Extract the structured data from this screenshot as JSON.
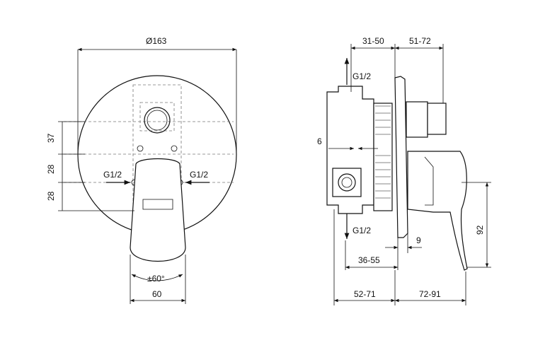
{
  "front_view": {
    "dim_diameter": "Ø163",
    "dim_37": "37",
    "dim_28_upper": "28",
    "dim_28_lower": "28",
    "port_left": "G1/2",
    "port_right": "G1/2",
    "rotation": "±60°",
    "dim_width": "60"
  },
  "side_view": {
    "dim_top_left": "31-50",
    "dim_top_right": "51-72",
    "port_top": "G1/2",
    "port_bottom": "G1/2",
    "dim_6": "6",
    "dim_9": "9",
    "dim_36_55": "36-55",
    "dim_92": "92",
    "dim_bottom_left": "52-71",
    "dim_bottom_right": "72-91"
  }
}
